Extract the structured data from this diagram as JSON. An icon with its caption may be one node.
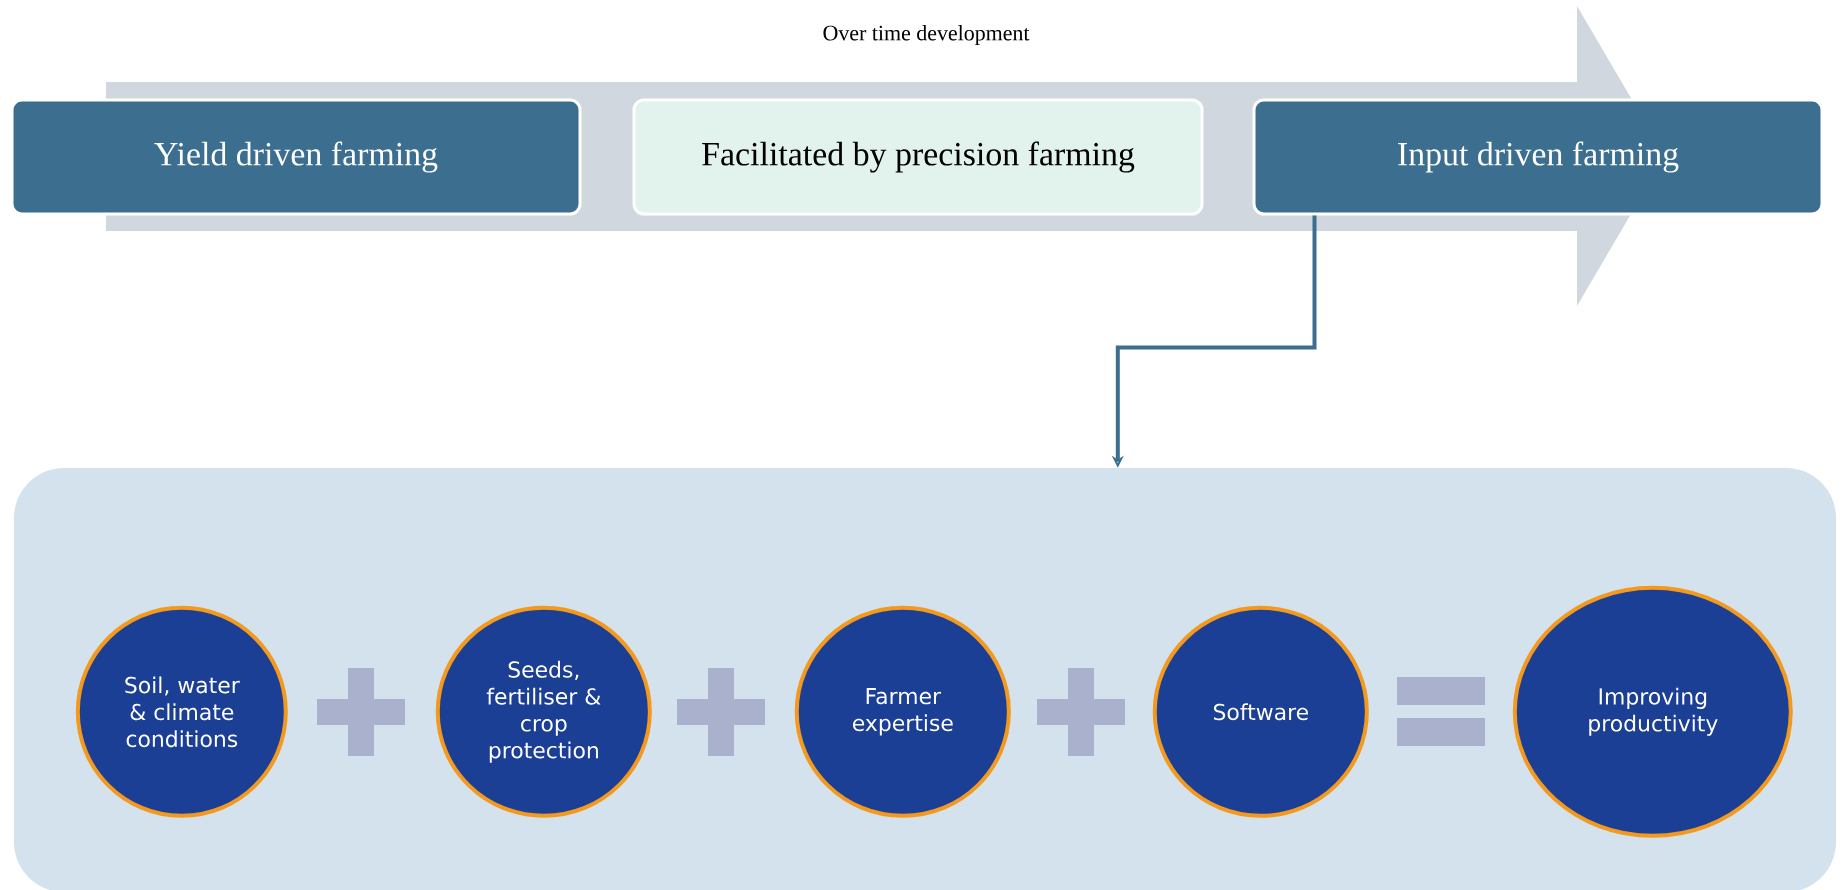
{
  "diagram": {
    "nodes": [
      {
        "text": [
          "Yield driven farming"
        ]
      },
      {
        "text": [
          "Facilitated by precision farming"
        ]
      },
      {
        "text": [
          "Input driven farming"
        ]
      },
      {
        "text": [],
        "shape": "box"
      },
      {
        "text": [
          "Soil, water & climate conditions"
        ],
        "in": 3
      },
      {
        "text": [
          "Seeds, fertiliser & crop protection"
        ],
        "in": 3
      },
      {
        "text": [
          "Farmer expertise"
        ],
        "in": 3
      },
      {
        "text": [
          "Software"
        ],
        "in": 3
      },
      {
        "text": [
          "Improving productivity"
        ],
        "in": 3
      }
    ],
    "edges": [
      {
        "from": 2,
        "to": 3,
        "arrow": "to"
      }
    ],
    "labels": [
      "Over time development"
    ]
  }
}
